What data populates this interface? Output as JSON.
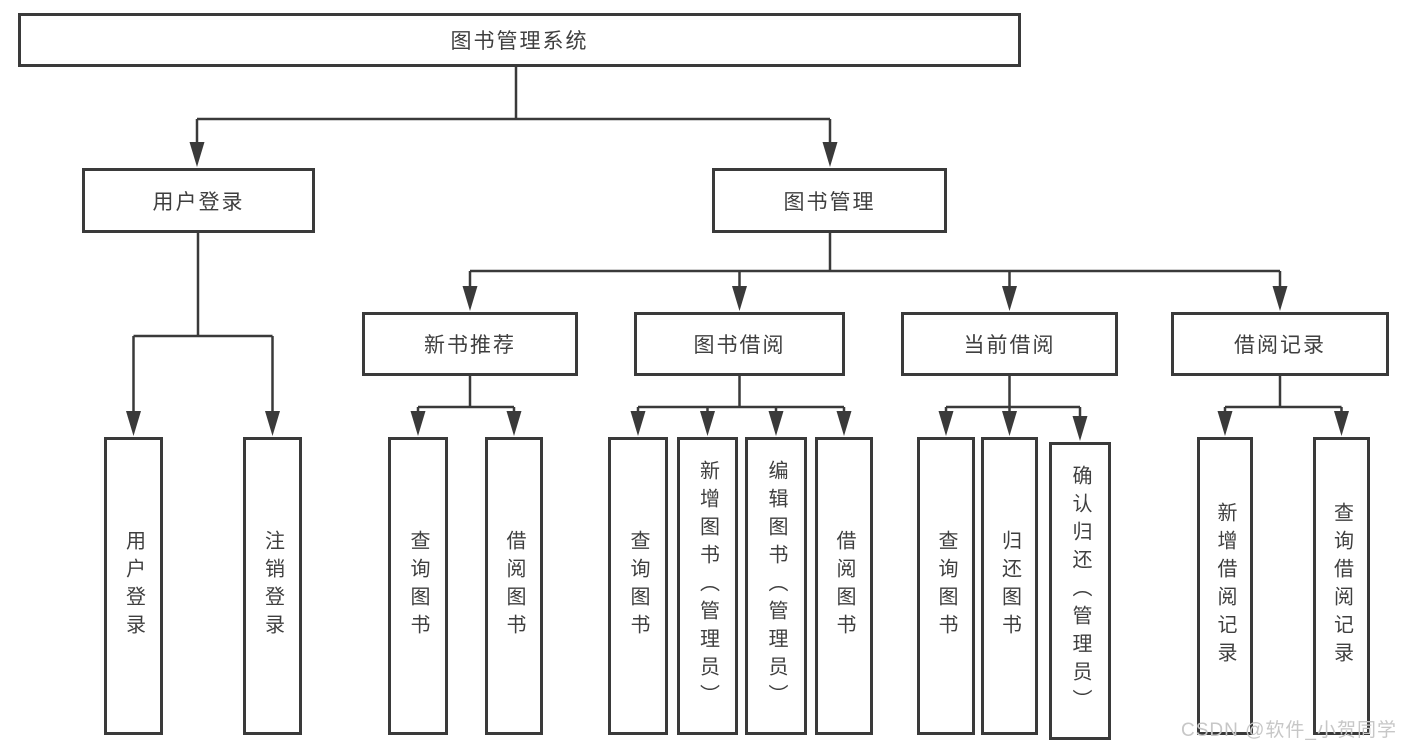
{
  "diagram": {
    "title": "图书管理系统",
    "type": "functional-structure-tree"
  },
  "nodes": {
    "root": {
      "label": "图书管理系统"
    },
    "user_login": {
      "label": "用户登录"
    },
    "book_management": {
      "label": "图书管理"
    },
    "new_book_recommend": {
      "label": "新书推荐"
    },
    "book_borrowing": {
      "label": "图书借阅"
    },
    "current_borrowing": {
      "label": "当前借阅"
    },
    "borrowing_records": {
      "label": "借阅记录"
    },
    "user_login_action": {
      "label": "用户登录"
    },
    "logout_action": {
      "label": "注销登录"
    },
    "query_books_recommend": {
      "label": "查询图书"
    },
    "borrow_books_recommend": {
      "label": "借阅图书"
    },
    "query_books_borrowing": {
      "label": "查询图书"
    },
    "add_books_admin": {
      "label": "新增图书（管理员）"
    },
    "edit_books_admin": {
      "label": "编辑图书（管理员）"
    },
    "borrow_books_borrowing": {
      "label": "借阅图书"
    },
    "query_books_current": {
      "label": "查询图书"
    },
    "return_books": {
      "label": "归还图书"
    },
    "confirm_return_admin": {
      "label": "确认归还（管理员）"
    },
    "add_borrow_record": {
      "label": "新增借阅记录"
    },
    "query_borrow_record": {
      "label": "查询借阅记录"
    }
  },
  "watermark": {
    "text": "CSDN @软件_小贺同学"
  },
  "colors": {
    "line": "#3a3a3a",
    "text": "#3f3f3f",
    "background": "#ffffff",
    "watermark": "#c7c7c7"
  }
}
